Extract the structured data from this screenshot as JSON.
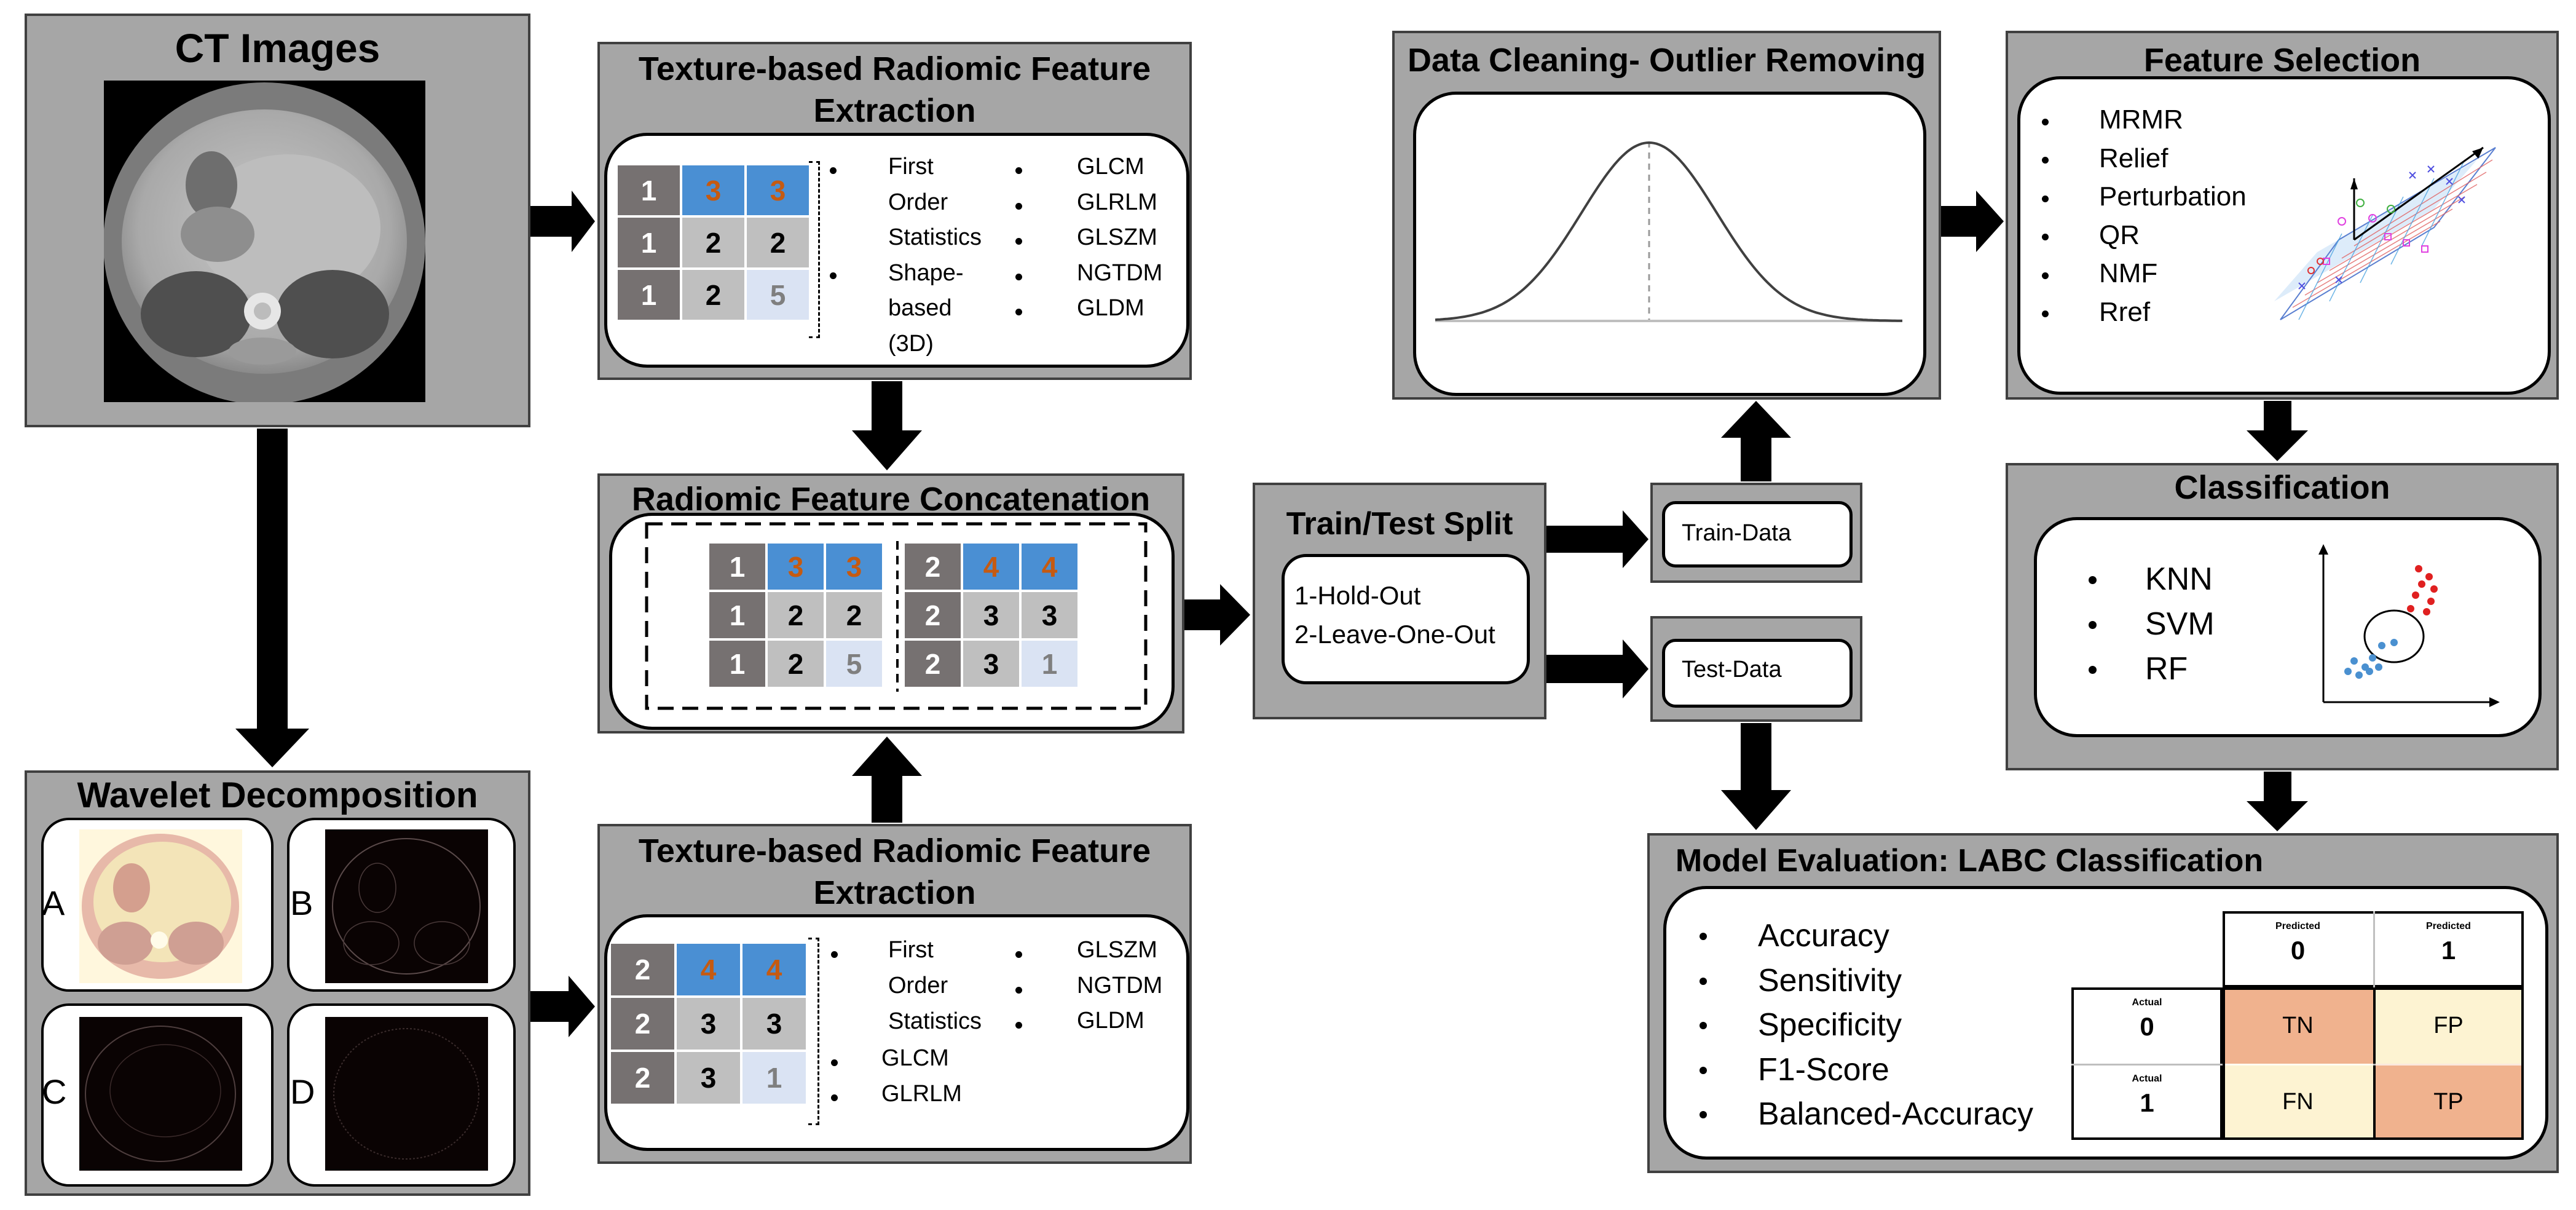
{
  "ct": {
    "title": "CT Images"
  },
  "texture_top": {
    "title_line1": "Texture-based Radiomic Feature",
    "title_line2": "Extraction",
    "grid": [
      [
        "1",
        "3",
        "3"
      ],
      [
        "1",
        "2",
        "2"
      ],
      [
        "1",
        "2",
        "5"
      ]
    ],
    "col1": [
      "First",
      "Order",
      "Statistics",
      "Shape-",
      "based",
      "(3D)"
    ],
    "col2": [
      "GLCM",
      "GLRLM",
      "GLSZM",
      "NGTDM",
      "GLDM"
    ]
  },
  "texture_bottom": {
    "title_line1": "Texture-based Radiomic Feature",
    "title_line2": "Extraction",
    "grid": [
      [
        "2",
        "4",
        "4"
      ],
      [
        "2",
        "3",
        "3"
      ],
      [
        "2",
        "3",
        "1"
      ]
    ],
    "col1": [
      "First",
      "Order",
      "Statistics",
      "GLCM",
      "GLRLM"
    ],
    "col2": [
      "GLSZM",
      "NGTDM",
      "GLDM"
    ]
  },
  "concat": {
    "title": "Radiomic Feature Concatenation",
    "grid_a": [
      [
        "1",
        "3",
        "3"
      ],
      [
        "1",
        "2",
        "2"
      ],
      [
        "1",
        "2",
        "5"
      ]
    ],
    "grid_b": [
      [
        "2",
        "4",
        "4"
      ],
      [
        "2",
        "3",
        "3"
      ],
      [
        "2",
        "3",
        "1"
      ]
    ]
  },
  "wavelet": {
    "title": "Wavelet Decomposition",
    "labels": [
      "A",
      "B",
      "C",
      "D"
    ]
  },
  "split": {
    "title": "Train/Test Split",
    "items": [
      "1-Hold-Out",
      "2-Leave-One-Out"
    ]
  },
  "train": {
    "label": "Train-Data"
  },
  "test": {
    "label": "Test-Data"
  },
  "cleaning": {
    "title": "Data Cleaning- Outlier Removing"
  },
  "selection": {
    "title": "Feature Selection",
    "items": [
      "MRMR",
      "Relief",
      "Perturbation",
      "QR",
      "NMF",
      "Rref"
    ]
  },
  "classification": {
    "title": "Classification",
    "items": [
      "KNN",
      "SVM",
      "RF"
    ]
  },
  "evaluation": {
    "title": "Model Evaluation: LABC Classification",
    "items": [
      "Accuracy",
      "Sensitivity",
      "Specificity",
      "F1-Score",
      "Balanced-Accuracy"
    ],
    "predicted_label": "Predicted",
    "actual_label": "Actual",
    "class0": "0",
    "class1": "1",
    "tn": "TN",
    "fp": "FP",
    "fn": "FN",
    "tp": "TP"
  },
  "colors": {
    "panel": "#a6a6a6",
    "dark_cell": "#767171",
    "blue_cell": "#4a8fd3",
    "orange_text": "#c55a11",
    "light_cell": "#bfbfbf",
    "pale_cell": "#dae3f3",
    "tn_tp": "#f0b28e",
    "fp_fn": "#fdf3d2"
  }
}
